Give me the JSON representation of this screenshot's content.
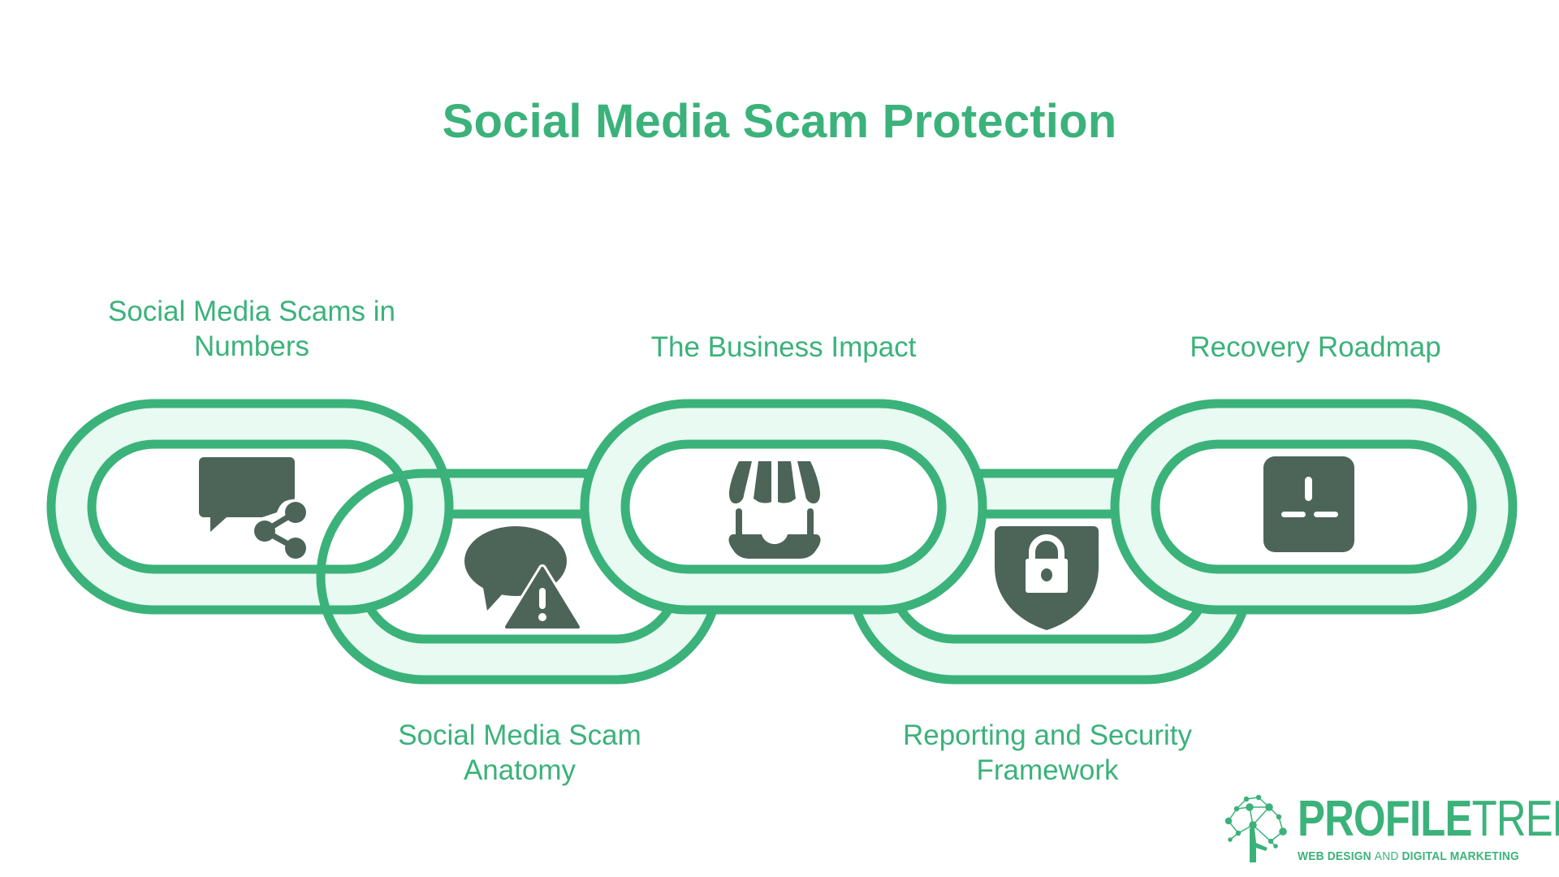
{
  "title": "Social Media Scam Protection",
  "colors": {
    "accent": "#3bb27a",
    "link_fill": "#e8faf1",
    "icon": "#4d6559",
    "background": "#ffffff"
  },
  "steps": [
    {
      "label": "Social Media Scams in\nNumbers",
      "icon": "chat-share-icon",
      "position": "top"
    },
    {
      "label": "Social Media Scam\nAnatomy",
      "icon": "chat-warning-icon",
      "position": "bottom"
    },
    {
      "label": "The Business Impact",
      "icon": "storefront-icon",
      "position": "top"
    },
    {
      "label": "Reporting and Security\nFramework",
      "icon": "shield-lock-icon",
      "position": "bottom"
    },
    {
      "label": "Recovery Roadmap",
      "icon": "power-socket-icon",
      "position": "top"
    }
  ],
  "logo": {
    "word_bold": "PROFILE",
    "word_thin": "TREE",
    "tagline_part1": "WEB DESIGN ",
    "tagline_part2": "AND",
    "tagline_part3": " DIGITAL MARKETING"
  }
}
